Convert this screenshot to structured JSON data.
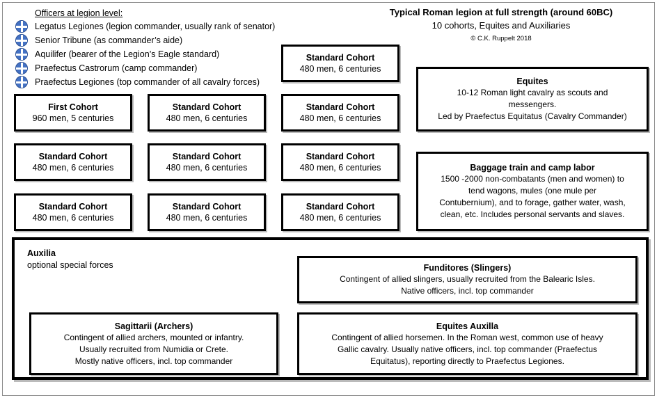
{
  "header": {
    "title": "Typical Roman legion at full strength (around 60BC)",
    "subtitle": "10 cohorts, Equites and Auxiliaries",
    "copyright": "© C.K. Ruppelt 2018"
  },
  "officers": {
    "heading": "Officers at legion level:",
    "bullet_icon": "plus-circle-icon",
    "bullet_color": "#4472C4",
    "items": [
      "Legatus Legiones (legion commander, usually rank of senator)",
      "Senior Tribune (as commander’s aide)",
      "Aquilifer (bearer of the Legion’s Eagle standard)",
      "Praefectus Castrorum (camp commander)",
      "Praefectus Legiones (top commander of all cavalry forces)"
    ]
  },
  "cohorts": [
    {
      "title": "Standard Cohort",
      "detail": "480 men, 6 centuries"
    },
    {
      "title": "First Cohort",
      "detail": "960 men, 5 centuries"
    },
    {
      "title": "Standard Cohort",
      "detail": "480 men, 6 centuries"
    },
    {
      "title": "Standard Cohort",
      "detail": "480 men, 6 centuries"
    },
    {
      "title": "Standard Cohort",
      "detail": "480 men, 6 centuries"
    },
    {
      "title": "Standard Cohort",
      "detail": "480 men, 6 centuries"
    },
    {
      "title": "Standard Cohort",
      "detail": "480 men, 6 centuries"
    },
    {
      "title": "Standard Cohort",
      "detail": "480 men, 6 centuries"
    },
    {
      "title": "Standard Cohort",
      "detail": "480 men, 6 centuries"
    },
    {
      "title": "Standard Cohort",
      "detail": "480 men, 6 centuries"
    }
  ],
  "equites": {
    "title": "Equites",
    "line1": "10-12 Roman light cavalry as scouts and",
    "line2": "messengers.",
    "line3": "Led by Praefectus Equitatus (Cavalry Commander)"
  },
  "baggage": {
    "title": "Baggage train and camp labor",
    "line1": "1500 -2000 non-combatants (men and women) to",
    "line2": "tend wagons, mules (one mule per",
    "line3": "Contubernium), and to forage, gather water, wash,",
    "line4": "clean, etc. Includes personal servants and slaves."
  },
  "auxilia": {
    "title": "Auxilia",
    "subtitle": "optional special forces",
    "units": {
      "funditores": {
        "title": "Funditores (Slingers)",
        "line1": "Contingent of allied slingers, usually recruited from the Balearic Isles.",
        "line2": "Native officers, incl. top commander"
      },
      "sagittarii": {
        "title": "Sagittarii (Archers)",
        "line1": "Contingent of allied archers, mounted or infantry.",
        "line2": "Usually recruited from Numidia or Crete.",
        "line3": "Mostly native officers, incl. top commander"
      },
      "equites_auxilla": {
        "title": "Equites Auxilla",
        "line1": "Contingent of allied horsemen. In the Roman west, common use of heavy",
        "line2": "Gallic cavalry. Usually native officers, incl. top commander (Praefectus",
        "line3": "Equitatus), reporting directly to Praefectus Legiones."
      }
    }
  }
}
